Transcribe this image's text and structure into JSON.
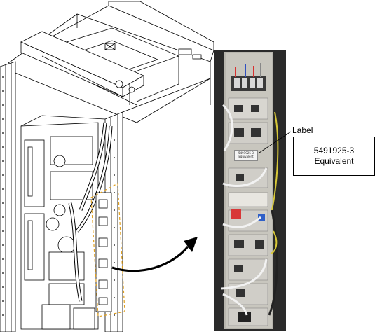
{
  "callout": {
    "label": "Label",
    "part_number": "5491925-3",
    "variant": "Equivalent"
  },
  "photo_label": {
    "line1": "5491925-3",
    "line2": "Equivalent"
  },
  "colors": {
    "outline": "#000000",
    "highlight": "#e0a020",
    "photo_panel": "#b8b6ae",
    "photo_dark": "#2a2a2a",
    "cable_white": "#f2f2f2",
    "cable_yellow": "#d8c838",
    "terminal_red": "#d83030",
    "terminal_blue": "#3050c0"
  }
}
